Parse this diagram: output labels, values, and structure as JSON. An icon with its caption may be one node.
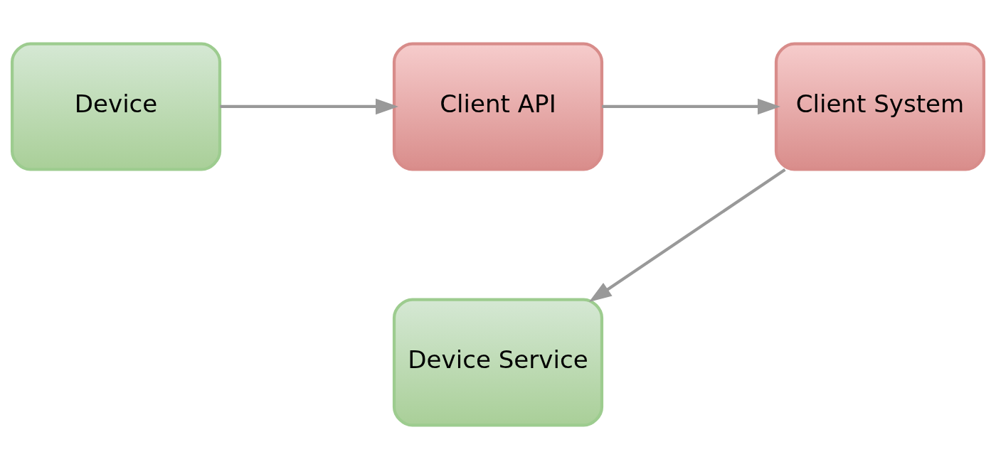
{
  "diagram": {
    "nodes": [
      {
        "text": [
          "Device"
        ]
      },
      {
        "text": [
          "Client API"
        ]
      },
      {
        "text": [
          "Client System"
        ]
      },
      {
        "text": [
          "Device Service"
        ]
      }
    ],
    "edges": [
      {
        "from": 0,
        "to": 1,
        "arrow": "to"
      },
      {
        "from": 1,
        "to": 2,
        "arrow": "to"
      },
      {
        "from": 2,
        "to": 3,
        "arrow": "to"
      }
    ]
  }
}
